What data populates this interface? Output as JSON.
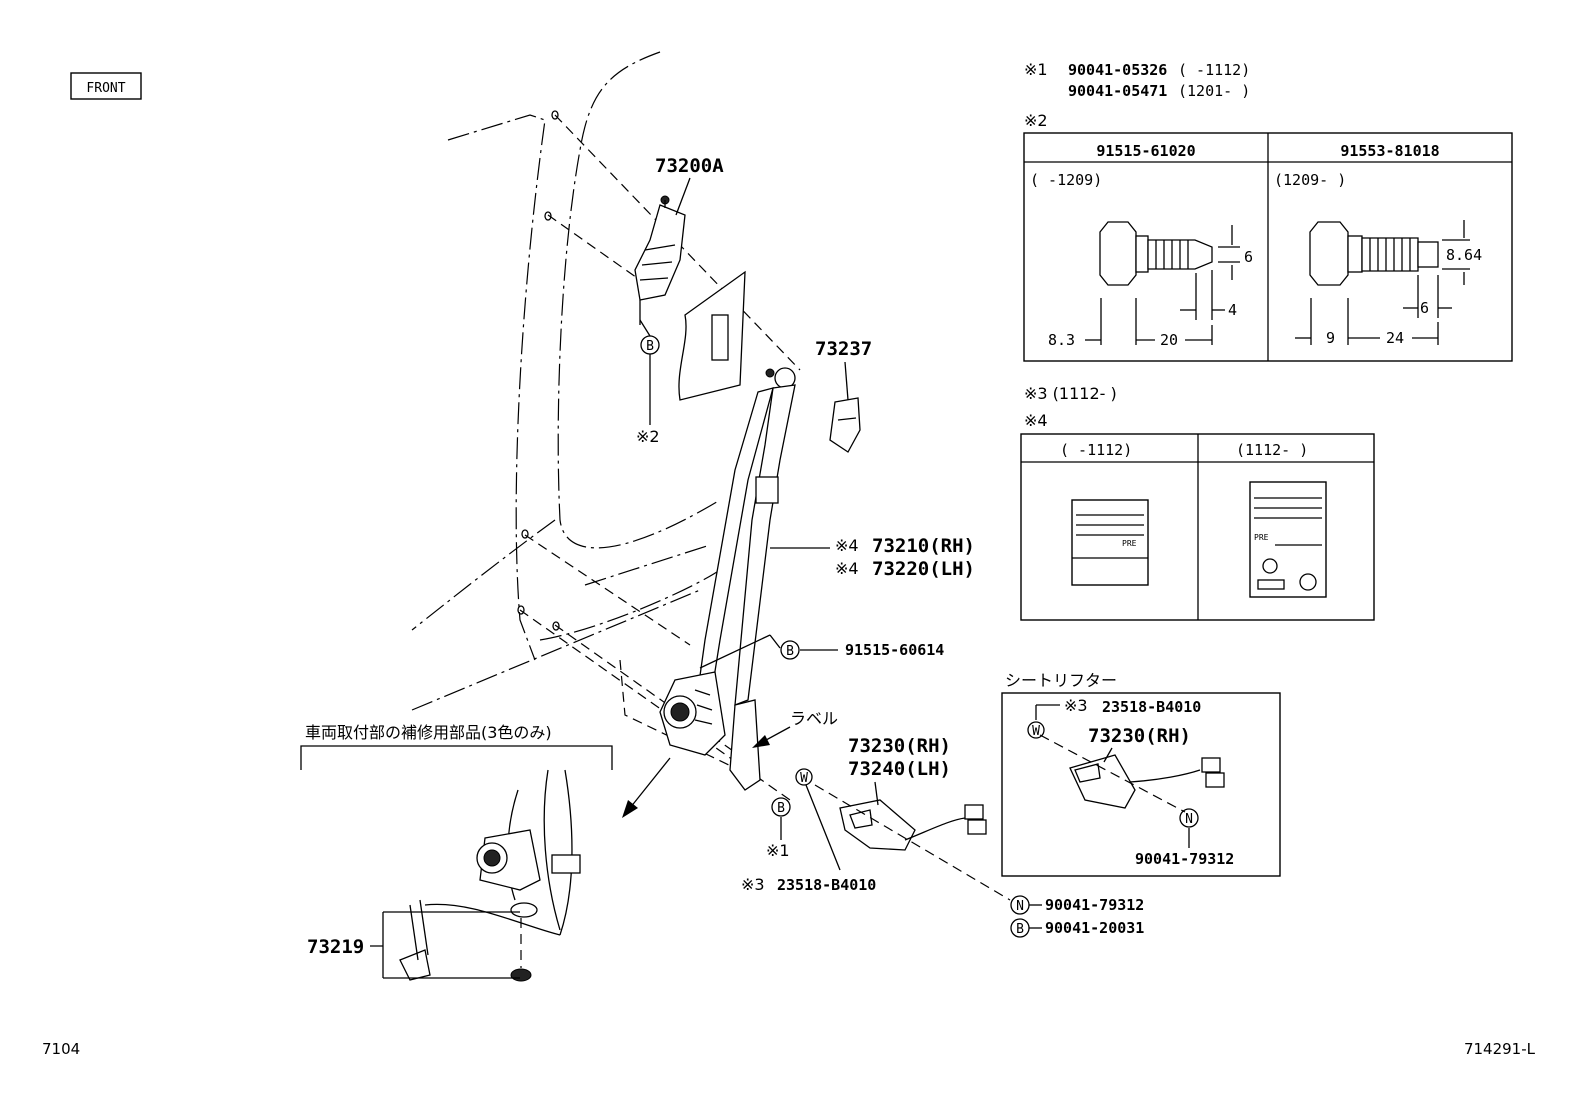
{
  "front_label": "FRONT",
  "sheet_number": "7104",
  "diagram_id": "714291-L",
  "parts": {
    "p73200A": "73200A",
    "p73237": "73237",
    "p73210_prefix": "※4",
    "p73210": "73210(RH)",
    "p73220_prefix": "※4",
    "p73220": "73220(LH)",
    "p91515_60614": "91515-60614",
    "p73230": "73230(RH)",
    "p73240": "73240(LH)",
    "p23518_prefix": "※3",
    "p23518": "23518-B4010",
    "p90041_79312": "90041-79312",
    "p90041_20031": "90041-20031",
    "p73219": "73219",
    "label_jp": "ラベル",
    "ref_b": "B",
    "ref_w": "W",
    "ref_n": "N",
    "mark2": "※2",
    "mark1": "※1",
    "repair_title": "車両取付部の補修用部品(3色のみ)"
  },
  "notes": {
    "n1_mark": "※1",
    "n1_line1_pn": "90041-05326",
    "n1_line1_range": "(    -1112)",
    "n1_line2_pn": "90041-05471",
    "n1_line2_range": "(1201-    )",
    "n2_mark": "※2",
    "n3_text": "※3 (1112-    )",
    "n4_mark": "※4"
  },
  "bolt_table": {
    "col1_pn": "91515-61020",
    "col1_range": "(    -1209)",
    "col1_dims": {
      "dia": "6",
      "tip": "4",
      "head": "8.3",
      "len": "20"
    },
    "col2_pn": "91553-81018",
    "col2_range": "(1209-    )",
    "col2_dims": {
      "dia": "8.64",
      "tip": "6",
      "head": "9",
      "len": "24"
    }
  },
  "label_table": {
    "col1_range": "(    -1112)",
    "col2_range": "(1112-     )",
    "tag_pre": "PRE"
  },
  "seat_lifter": {
    "title": "シートリフター",
    "prefix": "※3",
    "pn_top": "23518-B4010",
    "buckle": "73230(RH)",
    "pn_bottom": "90041-79312"
  }
}
